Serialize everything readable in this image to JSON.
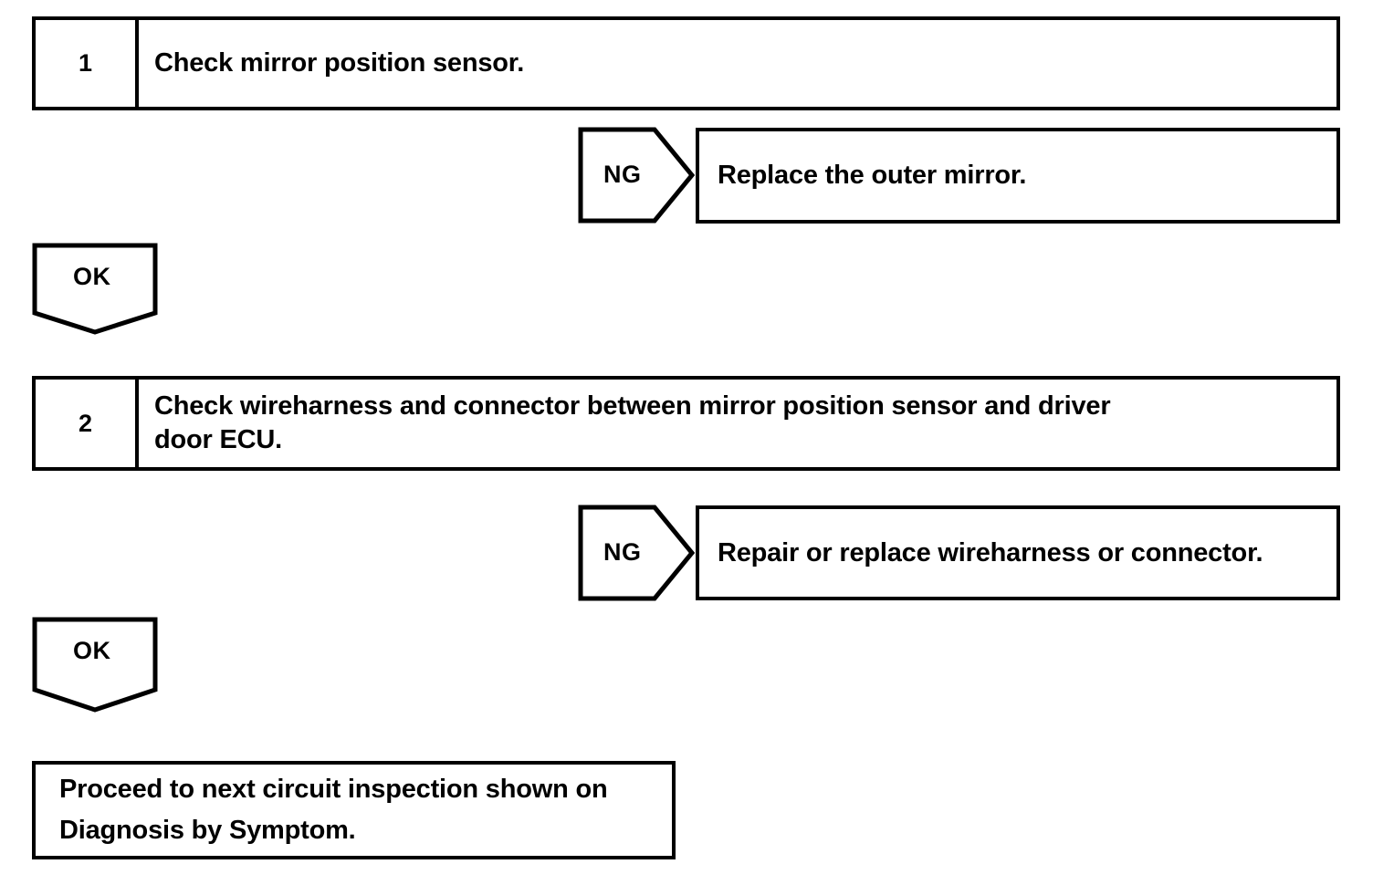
{
  "document": {
    "type": "diagnostic-flowchart",
    "ink_color": "#000000",
    "background_color": "#ffffff"
  },
  "steps": [
    {
      "number": "1",
      "text": "Check mirror position sensor.",
      "ng_label": "NG",
      "ng_result": "Replace the outer mirror.",
      "ok_label": "OK"
    },
    {
      "number": "2",
      "text_line1": "Check wireharness and connector between mirror position sensor and driver",
      "text_line2": "door ECU.",
      "ng_label": "NG",
      "ng_result": "Repair or replace wireharness or connector.",
      "ok_label": "OK"
    }
  ],
  "final": {
    "line1": "Proceed to next circuit inspection shown on",
    "line2": "Diagnosis by Symptom."
  }
}
